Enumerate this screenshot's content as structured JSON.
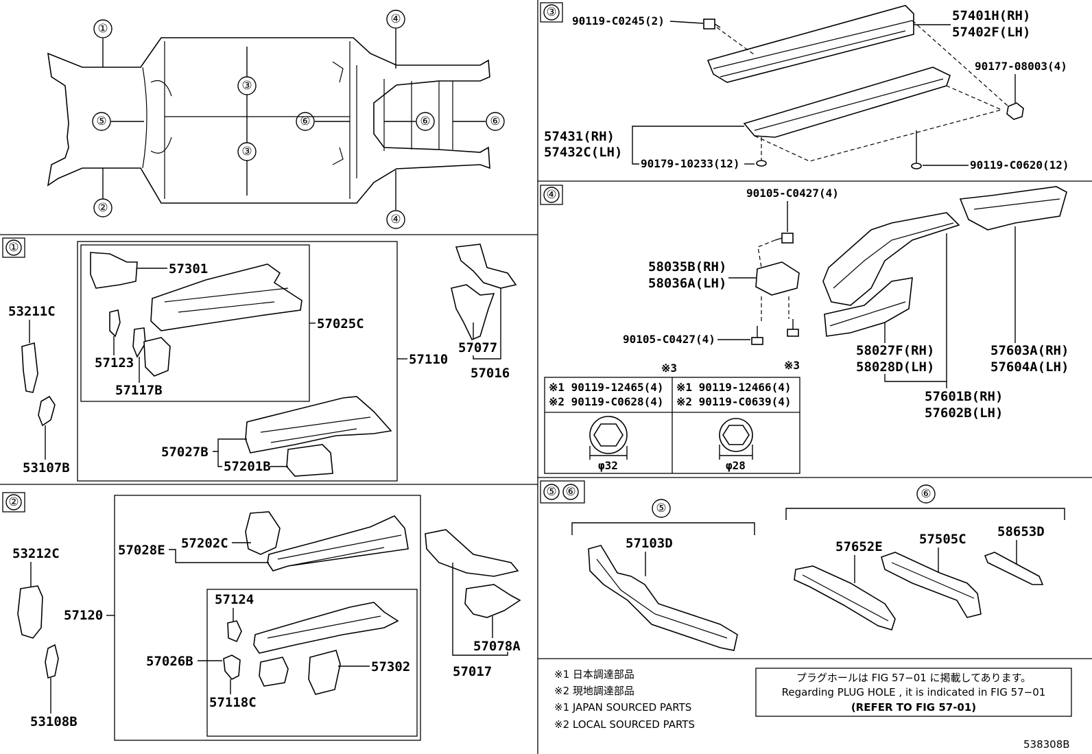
{
  "frame_overview": {
    "callouts": [
      "①",
      "②",
      "③",
      "③",
      "④",
      "④",
      "⑤",
      "⑥",
      "⑥",
      "⑥"
    ]
  },
  "sections": {
    "s1": {
      "tag": "①",
      "labels": [
        "57301",
        "57025C",
        "57123",
        "57117B",
        "57110",
        "57077",
        "57016",
        "53211C",
        "53107B",
        "57027B",
        "57201B"
      ]
    },
    "s2": {
      "tag": "②",
      "labels": [
        "57028E",
        "57202C",
        "53212C",
        "57120",
        "57124",
        "57026B",
        "57118C",
        "57302",
        "57017",
        "57078A",
        "53108B"
      ]
    },
    "s3": {
      "tag": "③",
      "labels": [
        "90119-C0245(2)",
        "57401H(RH)",
        "57402F(LH)",
        "90177-08003(4)",
        "57431(RH)",
        "57432C(LH)",
        "90179-10233(12)",
        "90119-C0620(12)"
      ]
    },
    "s4": {
      "tag": "④",
      "labels": [
        "90105-C0427(4)",
        "58035B(RH)",
        "58036A(LH)",
        "90105-C0427(4)",
        "58027F(RH)",
        "58028D(LH)",
        "57603A(RH)",
        "57604A(LH)",
        "57601B(RH)",
        "57602B(LH)"
      ],
      "mark3": "※3",
      "table": {
        "left": {
          "row1": "※1 90119-12465(4)",
          "row2": "※2 90119-C0628(4)",
          "dim": "φ32"
        },
        "right": {
          "row1": "※1 90119-12466(4)",
          "row2": "※2 90119-C0639(4)",
          "dim": "φ28"
        }
      }
    },
    "s56": {
      "tags": [
        "⑤",
        "⑥"
      ],
      "group5": "⑤",
      "group6": "⑥",
      "labels": [
        "57103D",
        "57652E",
        "57505C",
        "58653D"
      ]
    }
  },
  "notes": {
    "jp1": "※1 日本調達部品",
    "jp2": "※2 現地調達部品",
    "en1": "※1 JAPAN SOURCED PARTS",
    "en2": "※2 LOCAL SOURCED PARTS"
  },
  "plug_box": {
    "line1": "プラグホールは FIG 57−01 に掲載してあります。",
    "line2": "Regarding PLUG HOLE , it is indicated in FIG 57−01",
    "line3": "(REFER TO FIG 57-01)"
  },
  "figure_id": "538308B"
}
